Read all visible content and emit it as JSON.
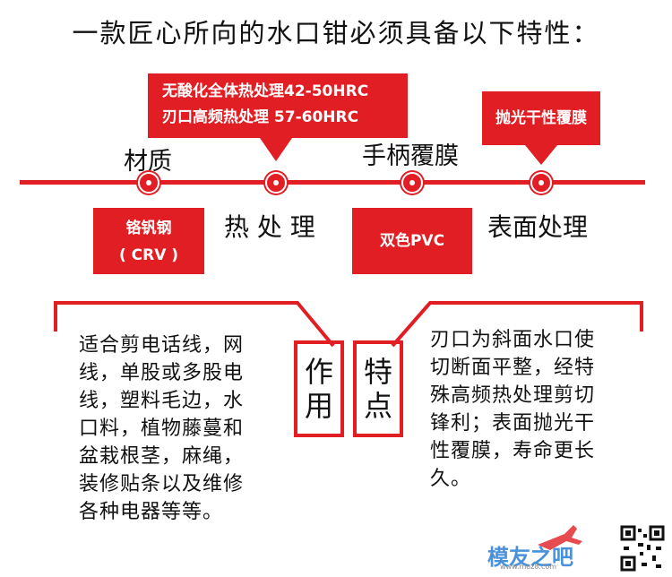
{
  "title": "一款匠心所向的水口钳必须具备以下特性：",
  "timeline": {
    "top_labels": {
      "material": "材质",
      "handle": "手柄覆膜"
    },
    "bottom_labels": {
      "heat": "热 处 理",
      "surface": "表面处理"
    }
  },
  "callouts": {
    "heat_line1": "无酸化全体热处理42-50HRC",
    "heat_line2": "刃口高频热处理  57-60HRC",
    "surface": "抛光干性覆膜",
    "material_line1": "铬钒钢",
    "material_line2": "( CRV )",
    "handle": "双色PVC"
  },
  "sections": {
    "use_label_1": "作",
    "use_label_2": "用",
    "feature_label_1": "特",
    "feature_label_2": "点",
    "use_text": [
      "适合剪电话线，网",
      "线，单股或多股电",
      "线，塑料毛边，水",
      "口料，植物藤蔓和",
      "盆栽根茎，麻绳，",
      "装修贴条以及维修",
      "各种电器等等。"
    ],
    "feature_text": [
      "刃口为斜面水口使",
      "切断面平整，经特",
      "殊高频热处理剪切",
      "锋利；表面抛光干",
      "性覆膜，寿命更长",
      "久。"
    ]
  },
  "watermark": {
    "brand": "模友之吧",
    "url": "www.moz8.com"
  },
  "colors": {
    "accent": "#e11e24"
  }
}
